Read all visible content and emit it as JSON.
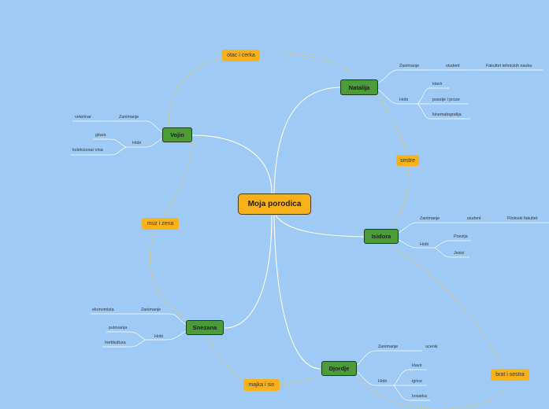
{
  "central": "Moja porodica",
  "people": {
    "natalija": {
      "name": "Natalija",
      "zanimanje_label": "Zanimanje",
      "zanimanje": "student",
      "zanimanje_detail": "Fakultet tehnickih nauka",
      "hobi_label": "Hobi",
      "hobi": [
        "klavir",
        "poezije i proze",
        "kinematografija"
      ]
    },
    "vojin": {
      "name": "Vojin",
      "zanimanje_label": "Zanimanje",
      "zanimanje": "veterinar",
      "hobi_label": "Hobi",
      "hobi": [
        "gitara",
        "kolekcionar vina"
      ]
    },
    "isidora": {
      "name": "Isidora",
      "zanimanje_label": "Zanimanje",
      "zanimanje": "student",
      "zanimanje_detail": "Filoloski fakultet",
      "hobi_label": "Hobi",
      "hobi": [
        "Poezija",
        "Jezici"
      ]
    },
    "snezana": {
      "name": "Snezana",
      "zanimanje_label": "Zanimanje",
      "zanimanje": "ekonomista",
      "hobi_label": "Hobi",
      "hobi": [
        "putovanja",
        "hortikultura"
      ]
    },
    "djordje": {
      "name": "Djordje",
      "zanimanje_label": "Zanimanje",
      "zanimanje": "ucenik",
      "hobi_label": "Hobi",
      "hobi": [
        "klavir",
        "igrice",
        "kosarka"
      ]
    }
  },
  "relations": {
    "otac_i_cerka": "otac i cerka",
    "sestre": "sestre",
    "muz_i_zena": "muz i zena",
    "majka_i_sin": "majka i sin",
    "brat_i_sestra": "brat i sestra"
  },
  "colors": {
    "background": "#9ecaf5",
    "central": "#f7b21b",
    "branch": "#4d9c3a",
    "relation": "#f7b21b",
    "link": "#ffffff",
    "relation_link": "#e9c46a"
  }
}
